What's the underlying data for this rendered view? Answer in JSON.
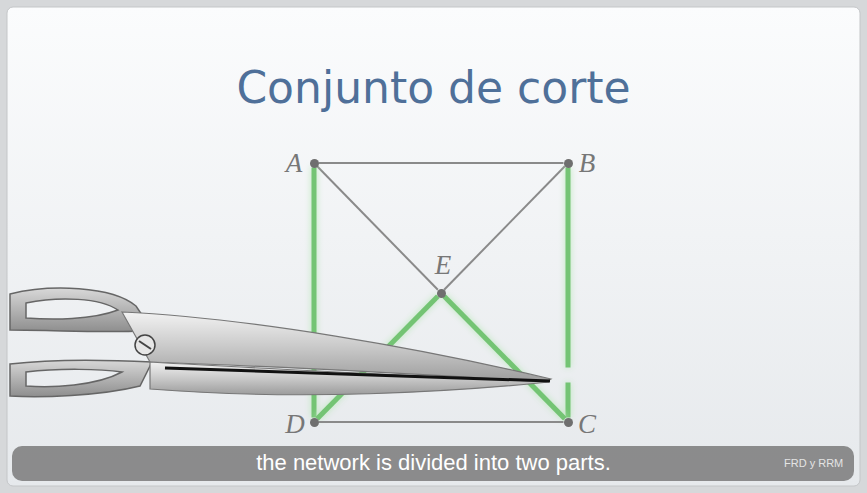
{
  "diagram": {
    "title": "Conjunto de corte",
    "caption": "the network is divided into two parts.",
    "nodes": [
      {
        "text": [
          "A"
        ]
      },
      {
        "text": [
          "B"
        ]
      },
      {
        "text": [
          "E"
        ]
      },
      {
        "text": [
          "D"
        ]
      },
      {
        "text": [
          "C"
        ]
      }
    ],
    "edges": [
      {
        "from": 0,
        "to": 1,
        "arrow": "none"
      },
      {
        "from": 0,
        "to": 2,
        "arrow": "none"
      },
      {
        "from": 1,
        "to": 2,
        "arrow": "none"
      },
      {
        "from": 0,
        "to": 3,
        "arrow": "none"
      },
      {
        "from": 1,
        "to": 4,
        "arrow": "none"
      },
      {
        "from": 2,
        "to": 3,
        "arrow": "none"
      },
      {
        "from": 2,
        "to": 4,
        "arrow": "none"
      },
      {
        "from": 3,
        "to": 4,
        "arrow": "none"
      }
    ],
    "labels": [
      "FRD y RRM"
    ]
  }
}
